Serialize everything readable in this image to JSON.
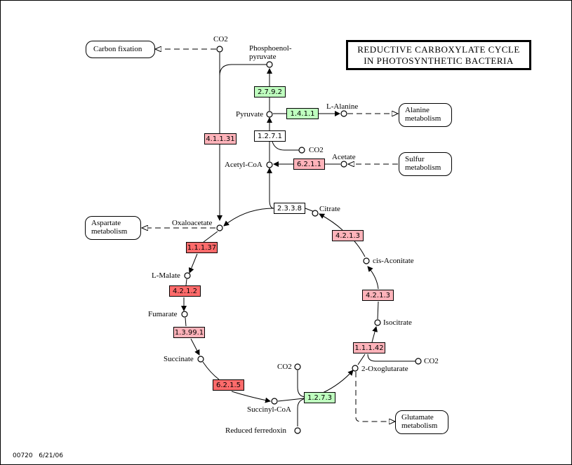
{
  "title": {
    "line1": "REDUCTIVE CARBOXYLATE CYCLE",
    "line2": "IN PHOTOSYNTHETIC BACTERIA"
  },
  "footer": {
    "map_id": "00720",
    "date": "6/21/06"
  },
  "colors": {
    "strong_red": "#ff6b6b",
    "pink": "#ffb3ba",
    "green": "#bfffbf",
    "white": "#ffffff"
  },
  "compounds": {
    "co2_top": "CO2",
    "pep_line1": "Phosphoenol-",
    "pep_line2": "pyruvate",
    "pyruvate": "Pyruvate",
    "l_alanine": "L-Alanine",
    "co2_mid": "CO2",
    "acetate": "Acetate",
    "acetyl_coa": "Acetyl-CoA",
    "citrate": "Citrate",
    "oxaloacetate": "Oxaloacetate",
    "cis_aconitate": "cis-Aconitate",
    "l_malate": "L-Malate",
    "fumarate": "Fumarate",
    "isocitrate": "Isocitrate",
    "succinate": "Succinate",
    "co2_oxo": "CO2",
    "oxoglutarate": "2-Oxoglutarate",
    "co2_sc": "CO2",
    "succinyl_coa": "Succinyl-CoA",
    "reduced_ferredoxin": "Reduced ferredoxin"
  },
  "enzymes": [
    {
      "id": "2.7.9.2",
      "status": "green"
    },
    {
      "id": "1.4.1.1",
      "status": "green"
    },
    {
      "id": "4.1.1.31",
      "status": "pink"
    },
    {
      "id": "1.2.7.1",
      "status": "white"
    },
    {
      "id": "6.2.1.1",
      "status": "pink"
    },
    {
      "id": "2.3.3.8",
      "status": "white"
    },
    {
      "id": "4.2.1.3",
      "status": "pink"
    },
    {
      "id": "1.1.1.37",
      "status": "strong_red"
    },
    {
      "id": "4.2.1.2",
      "status": "strong_red"
    },
    {
      "id": "4.2.1.3",
      "status": "pink"
    },
    {
      "id": "1.3.99.1",
      "status": "pink"
    },
    {
      "id": "1.1.1.42",
      "status": "pink"
    },
    {
      "id": "6.2.1.5",
      "status": "strong_red"
    },
    {
      "id": "1.2.7.3",
      "status": "green"
    }
  ],
  "maps": {
    "carbon_fixation": "Carbon fixation",
    "alanine_line1": "Alanine",
    "alanine_line2": "metabolism",
    "sulfur_line1": "Sulfur",
    "sulfur_line2": "metabolism",
    "aspartate_line1": "Aspartate",
    "aspartate_line2": "metabolism",
    "glutamate_line1": "Glutamate",
    "glutamate_line2": "metabolism"
  }
}
